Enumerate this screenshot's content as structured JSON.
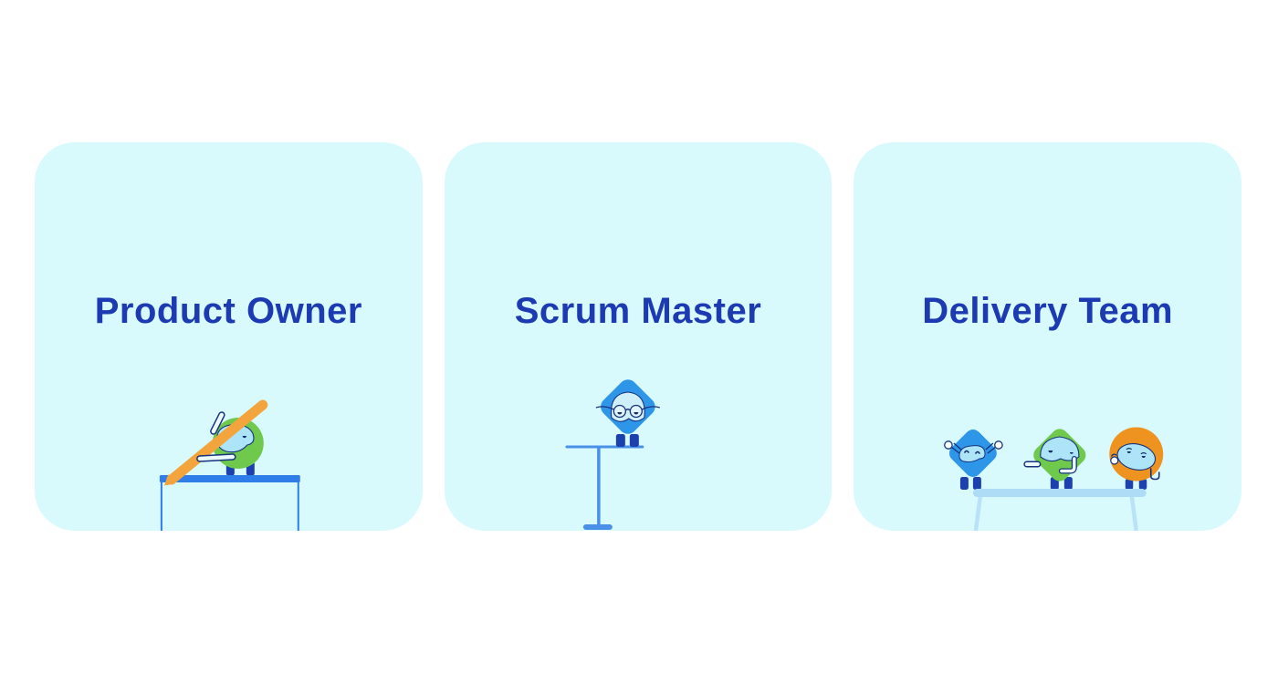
{
  "page": {
    "background_color": "#ffffff"
  },
  "cards": [
    {
      "id": "product-owner",
      "title": "Product Owner",
      "illustration": {
        "name": "product-owner-character-illustration",
        "alt": "Green round character writing on a whiteboard with a large orange pencil",
        "elements": [
          "green-round-character",
          "orange-pencil",
          "blue-whiteboard-table"
        ]
      }
    },
    {
      "id": "scrum-master",
      "title": "Scrum Master",
      "illustration": {
        "name": "scrum-master-character-illustration",
        "alt": "Blue diamond character wearing round glasses standing on a tall stand",
        "elements": [
          "blue-diamond-character",
          "glasses",
          "blue-stand"
        ]
      }
    },
    {
      "id": "delivery-team",
      "title": "Delivery Team",
      "illustration": {
        "name": "delivery-team-characters-illustration",
        "alt": "Blue diamond, green diamond and orange round characters standing together on a light blue bench",
        "elements": [
          "blue-diamond-character-cheering",
          "green-diamond-character-pointing",
          "orange-round-character",
          "light-blue-bench"
        ]
      }
    }
  ],
  "colors": {
    "card_background": "#d9fafd",
    "title_text": "#1c3ab2",
    "whiteboard_blue": "#2e7de9",
    "diamond_blue": "#2e96e9",
    "character_green": "#6fc94d",
    "pencil_orange": "#f3a43c",
    "character_orange": "#ee9320",
    "face_light_blue": "#aee4f7",
    "face_pale_blue": "#cfeffa",
    "outline_navy": "#16337e",
    "feet_royal_blue": "#1c41ae",
    "stand_blue": "#4a90e8",
    "bench_light_blue": "#aedcf7"
  }
}
